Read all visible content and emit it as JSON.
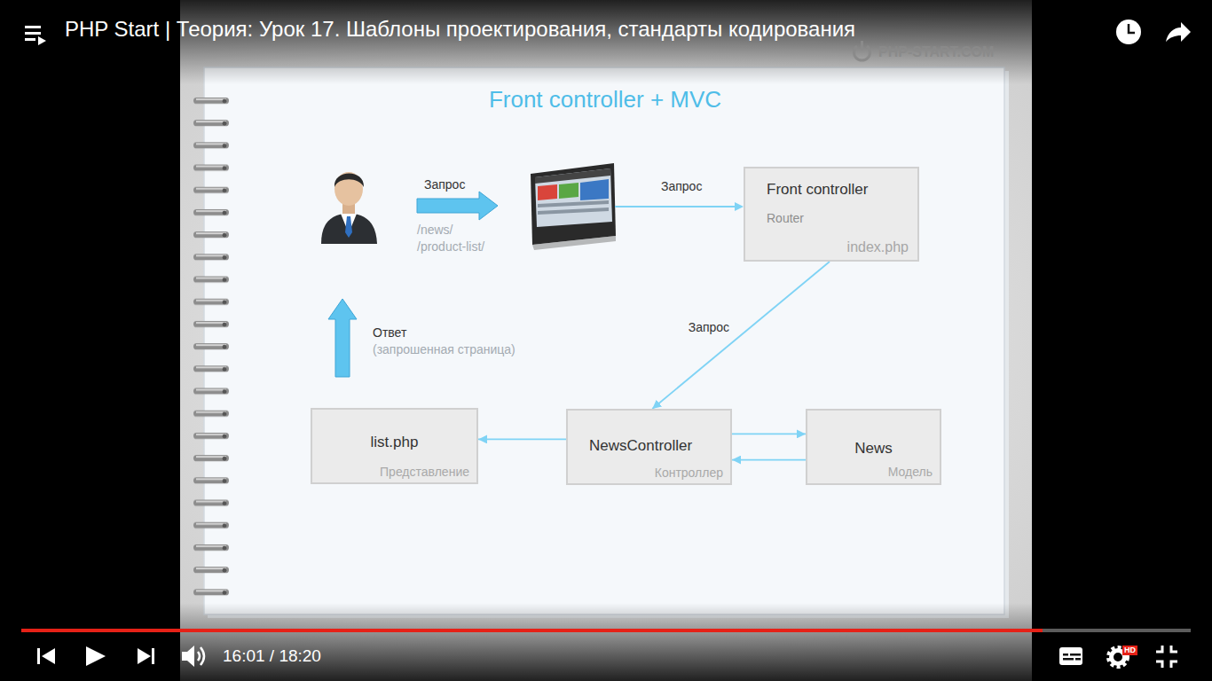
{
  "diagram": {
    "title": "Front controller + MVC",
    "nodes": [
      {
        "text": [
          "Front controller",
          "Router",
          "index.php"
        ]
      },
      {
        "text": [
          "list.php",
          "Представление"
        ]
      },
      {
        "text": [
          "NewsController",
          "Контроллер"
        ]
      },
      {
        "text": [
          "News",
          "Модель"
        ]
      }
    ],
    "edges": [
      {
        "from": 0,
        "to": 2,
        "label": "Запрос",
        "arrow": "to"
      },
      {
        "from": 2,
        "to": 1,
        "arrow": "to"
      },
      {
        "from": 2,
        "to": 3,
        "arrow": "to"
      },
      {
        "from": 3,
        "to": 2,
        "arrow": "to"
      }
    ],
    "labels": [
      "PHP Start | Теория: Урок 17. Шаблоны проектирования, стандарты кодирования",
      "PHP-START.COM",
      "Запрос",
      "/news/",
      "/product-list/",
      "Запрос",
      "Ответ",
      "(запрошенная страница)",
      "16:01 / 18:20",
      "HD"
    ]
  }
}
